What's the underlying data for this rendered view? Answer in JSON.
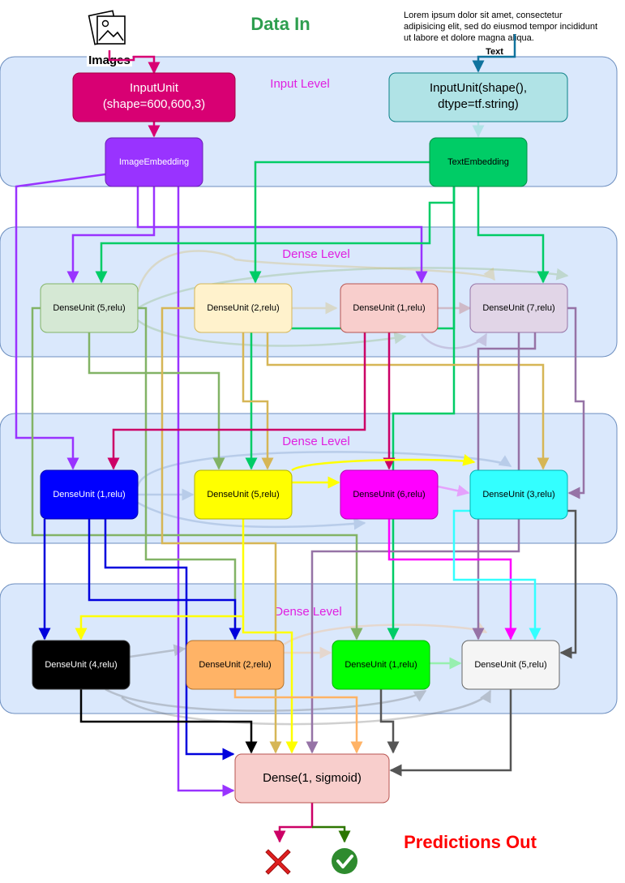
{
  "header": {
    "data_in": "Data In",
    "predictions_out": "Predictions Out"
  },
  "inputs": {
    "images_label": "Images",
    "text_label": "Text",
    "lorem_lines": [
      "Lorem ipsum dolor sit amet, consectetur",
      "adipisicing elit, sed do eiusmod tempor incididunt",
      "ut labore et dolore magna aliqua."
    ]
  },
  "levels": [
    {
      "label": "Input Level"
    },
    {
      "label": "Dense Level"
    },
    {
      "label": "Dense Level"
    },
    {
      "label": "Dense Level"
    }
  ],
  "nodes": {
    "image_input": {
      "lines": [
        "InputUnit",
        "(shape=600,600,3)"
      ],
      "fill": "#d80073",
      "text": "#ffffff"
    },
    "text_input": {
      "lines": [
        "InputUnit(shape(),",
        "dtype=tf.string)"
      ],
      "fill": "#b0e3e6",
      "text": "#000000"
    },
    "image_embedding": {
      "lines": [
        "ImageEmbedding"
      ],
      "fill": "#9933ff",
      "text": "#ffffff"
    },
    "text_embedding": {
      "lines": [
        "TextEmbedding"
      ],
      "fill": "#00cc66",
      "text": "#000000"
    },
    "d1_a": {
      "lines": [
        "DenseUnit (5,relu)"
      ],
      "fill": "#d5e8d4",
      "text": "#000000"
    },
    "d1_b": {
      "lines": [
        "DenseUnit (2,relu)"
      ],
      "fill": "#fff2cc",
      "text": "#000000"
    },
    "d1_c": {
      "lines": [
        "DenseUnit (1,relu)"
      ],
      "fill": "#f8cecc",
      "text": "#000000"
    },
    "d1_d": {
      "lines": [
        "DenseUnit (7,relu)"
      ],
      "fill": "#e1d5e7",
      "text": "#000000"
    },
    "d2_a": {
      "lines": [
        "DenseUnit (1,relu)"
      ],
      "fill": "#0000ff",
      "text": "#ffffff"
    },
    "d2_b": {
      "lines": [
        "DenseUnit (5,relu)"
      ],
      "fill": "#ffff00",
      "text": "#000000"
    },
    "d2_c": {
      "lines": [
        "DenseUnit (6,relu)"
      ],
      "fill": "#ff00ff",
      "text": "#000000"
    },
    "d2_d": {
      "lines": [
        "DenseUnit (3,relu)"
      ],
      "fill": "#33ffff",
      "text": "#000000"
    },
    "d3_a": {
      "lines": [
        "DenseUnit (4,relu)"
      ],
      "fill": "#000000",
      "text": "#ffffff"
    },
    "d3_b": {
      "lines": [
        "DenseUnit (2,relu)"
      ],
      "fill": "#ffb366",
      "text": "#000000"
    },
    "d3_c": {
      "lines": [
        "DenseUnit (1,relu)"
      ],
      "fill": "#00ff00",
      "text": "#000000"
    },
    "d3_d": {
      "lines": [
        "DenseUnit (5,relu)"
      ],
      "fill": "#f5f5f5",
      "text": "#000000"
    },
    "output": {
      "lines": [
        "Dense(1, sigmoid)"
      ],
      "fill": "#f8cecc",
      "text": "#000000"
    }
  },
  "outcomes": {
    "negative_icon": "cross-icon",
    "positive_icon": "check-circle-icon",
    "negative_color": "#e02020",
    "positive_color": "#2e8b2e"
  },
  "colors": {
    "title_green": "#2e9e4f",
    "predictions_red": "#ff0000",
    "level_label": "#e020e0"
  }
}
